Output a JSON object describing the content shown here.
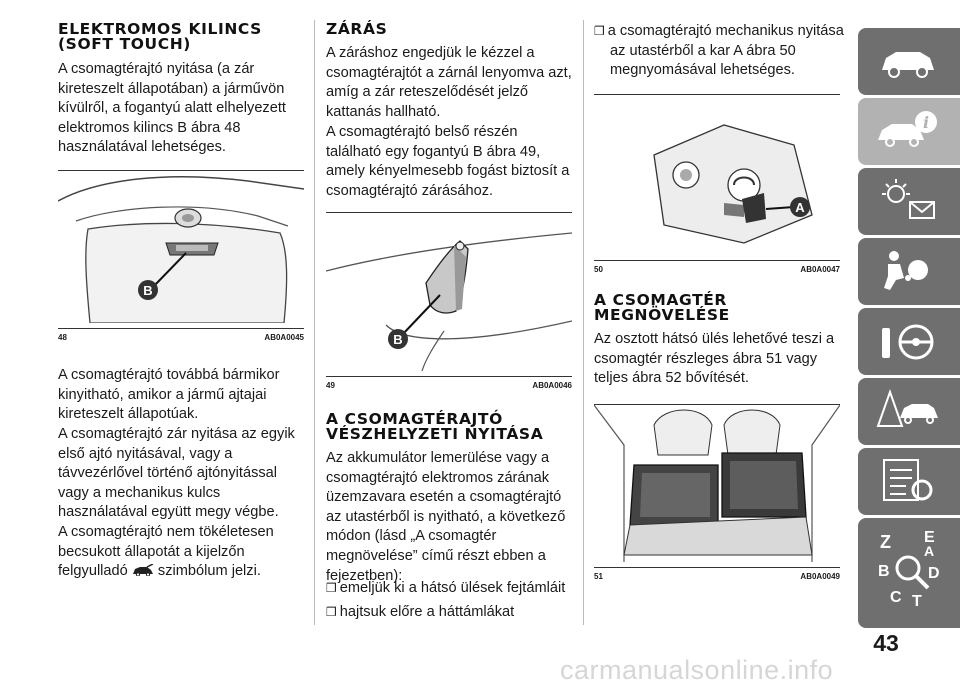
{
  "col1": {
    "heading": "ELEKTROMOS KILINCS (SOFT TOUCH)",
    "p1": "A csomagtérajtó nyitása (a zár kireteszelt állapotában) a járművön kívülről, a fogantyú alatt elhelyezett elektromos kilincs B ábra 48 használatával lehetséges.",
    "fig": {
      "number": "48",
      "code": "AB0A0045",
      "label": "B"
    },
    "p2": "A csomagtérajtó továbbá bármikor kinyitható, amikor a jármű ajtajai kireteszelt állapotúak.",
    "p3": "A csomagtérajtó zár nyitása az egyik első ajtó nyitásával, vagy a távvezérlővel történő ajtónyitással vagy a mechanikus kulcs használatával együtt megy végbe.",
    "p4a": "A csomagtérajtó nem tökéletesen becsukott állapotát a kijelzőn felgyulladó",
    "p4b": "szimbólum jelzi."
  },
  "col2": {
    "heading": "ZÁRÁS",
    "p1": "A záráshoz engedjük le kézzel a csomagtérajtót a zárnál lenyomva azt, amíg a zár reteszelődését jelző kattanás hallható.",
    "p2": "A csomagtérajtó belső részén található egy fogantyú B ábra 49, amely kényelmesebb fogást biztosít a csomagtérajtó zárásához.",
    "fig": {
      "number": "49",
      "code": "AB0A0046",
      "label": "B"
    },
    "heading2": "A CSOMAGTÉRAJTÓ VÉSZHELYZETI NYITÁSA",
    "p3": "Az akkumulátor lemerülése vagy a csomagtérajtó elektromos zárának üzemzavara esetén a csomagtérajtó az utastérből is nyitható, a következő módon (lásd „A csomagtér megnövelése” című részt ebben a fejezetben):",
    "bullet1": "emeljük ki a hátsó ülések fejtámláit",
    "bullet2": "hajtsuk előre a háttámlákat"
  },
  "col3": {
    "bullet1": "a csomagtérajtó mechanikus nyitása az utastérből a kar A ábra 50 megnyomásával lehetséges.",
    "fig1": {
      "number": "50",
      "code": "AB0A0047",
      "label": "A"
    },
    "heading": "A CSOMAGTÉR MEGNÖVELÉSE",
    "p1": "Az osztott hátsó ülés lehetővé teszi a csomagtér részleges ábra 51 vagy teljes ábra 52 bővítését.",
    "fig2": {
      "number": "51",
      "code": "AB0A0049"
    }
  },
  "bullet_glyph": "❒",
  "page_number": "43",
  "watermark": "carmanualsonline.info",
  "sidebar": [
    {
      "name": "car-icon",
      "active": false
    },
    {
      "name": "car-info-icon",
      "active": true,
      "glyph": "i"
    },
    {
      "name": "warning-lights-icon",
      "active": false
    },
    {
      "name": "airbag-icon",
      "active": false
    },
    {
      "name": "steering-icon",
      "active": false
    },
    {
      "name": "service-icon",
      "active": false
    },
    {
      "name": "data-icon",
      "active": false
    },
    {
      "name": "index-icon",
      "active": false,
      "letters": [
        "Z",
        "E",
        "B",
        "D",
        "C",
        "T",
        "A"
      ]
    }
  ],
  "colors": {
    "tab": "#6f6f6f",
    "tab_active": "#b2b2b2",
    "badge": "#333333"
  }
}
